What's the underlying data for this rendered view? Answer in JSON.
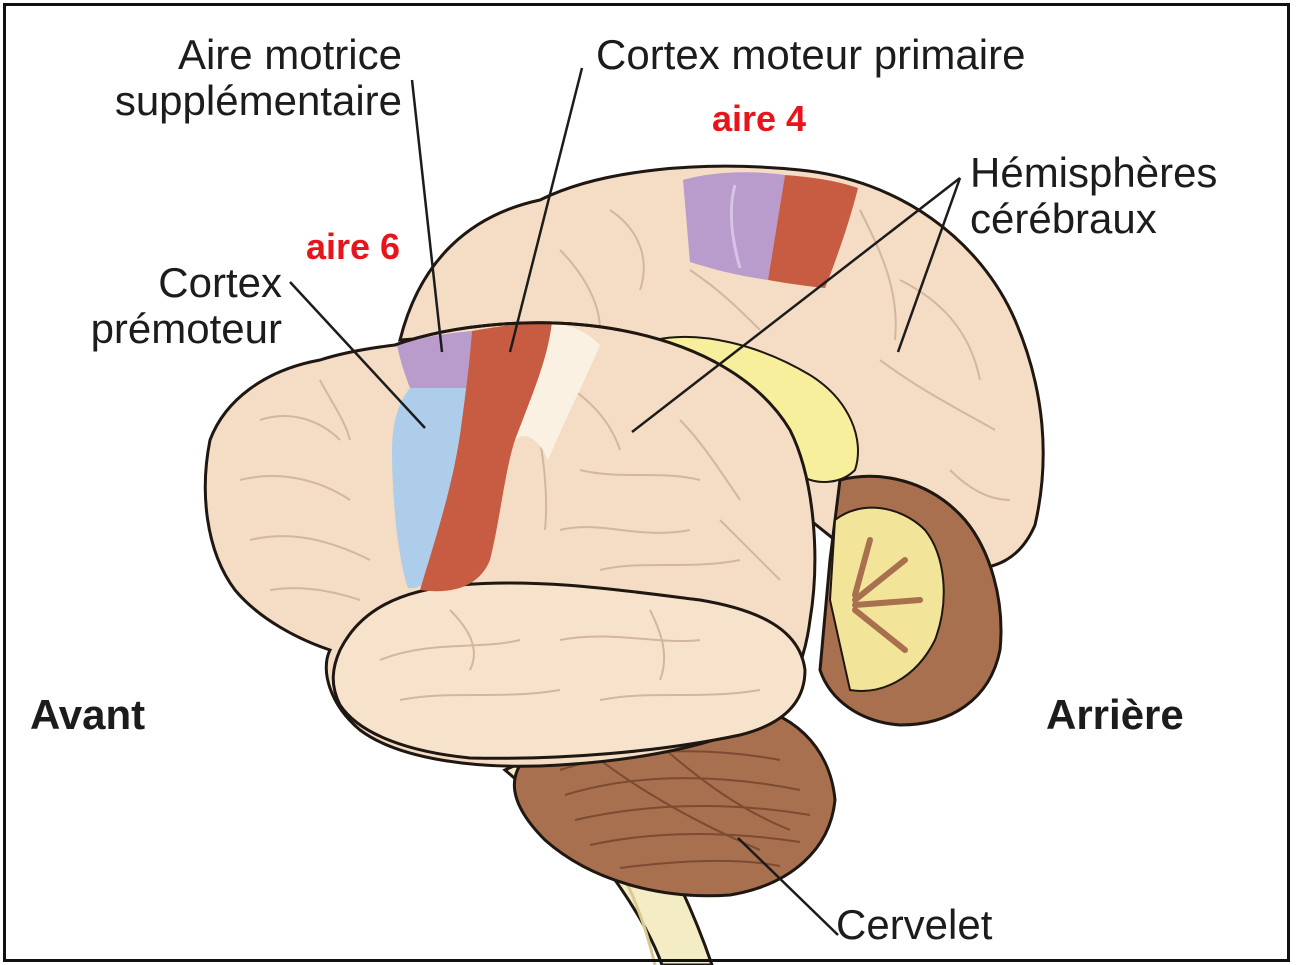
{
  "colors": {
    "cortex": "#f4ddc4",
    "cortex_inner": "#f7e6d2",
    "cortex_line": "#1f1712",
    "gyri_line": "#d2b79c",
    "primary_motor": "#c85c42",
    "supplementary_motor": "#b99bcc",
    "premotor": "#aecdeb",
    "corpus_callosum": "#f7ef9c",
    "cerebellum": "#a8704e",
    "cerebellum_white": "#f2e59a",
    "brainstem": "#f4ecc4",
    "area_label": "#e8141c",
    "leader_line": "#1c1c1c"
  },
  "labels": {
    "supp_line1": "Aire motrice",
    "supp_line2": "supplémentaire",
    "primary": "Cortex moteur primaire",
    "hemi_line1": "Hémisphères",
    "hemi_line2": "cérébraux",
    "premotor_line1": "Cortex",
    "premotor_line2": "prémoteur",
    "front": "Avant",
    "back": "Arrière",
    "cerebellum": "Cervelet"
  },
  "areas": {
    "area4": "aire 4",
    "area6": "aire 6"
  }
}
